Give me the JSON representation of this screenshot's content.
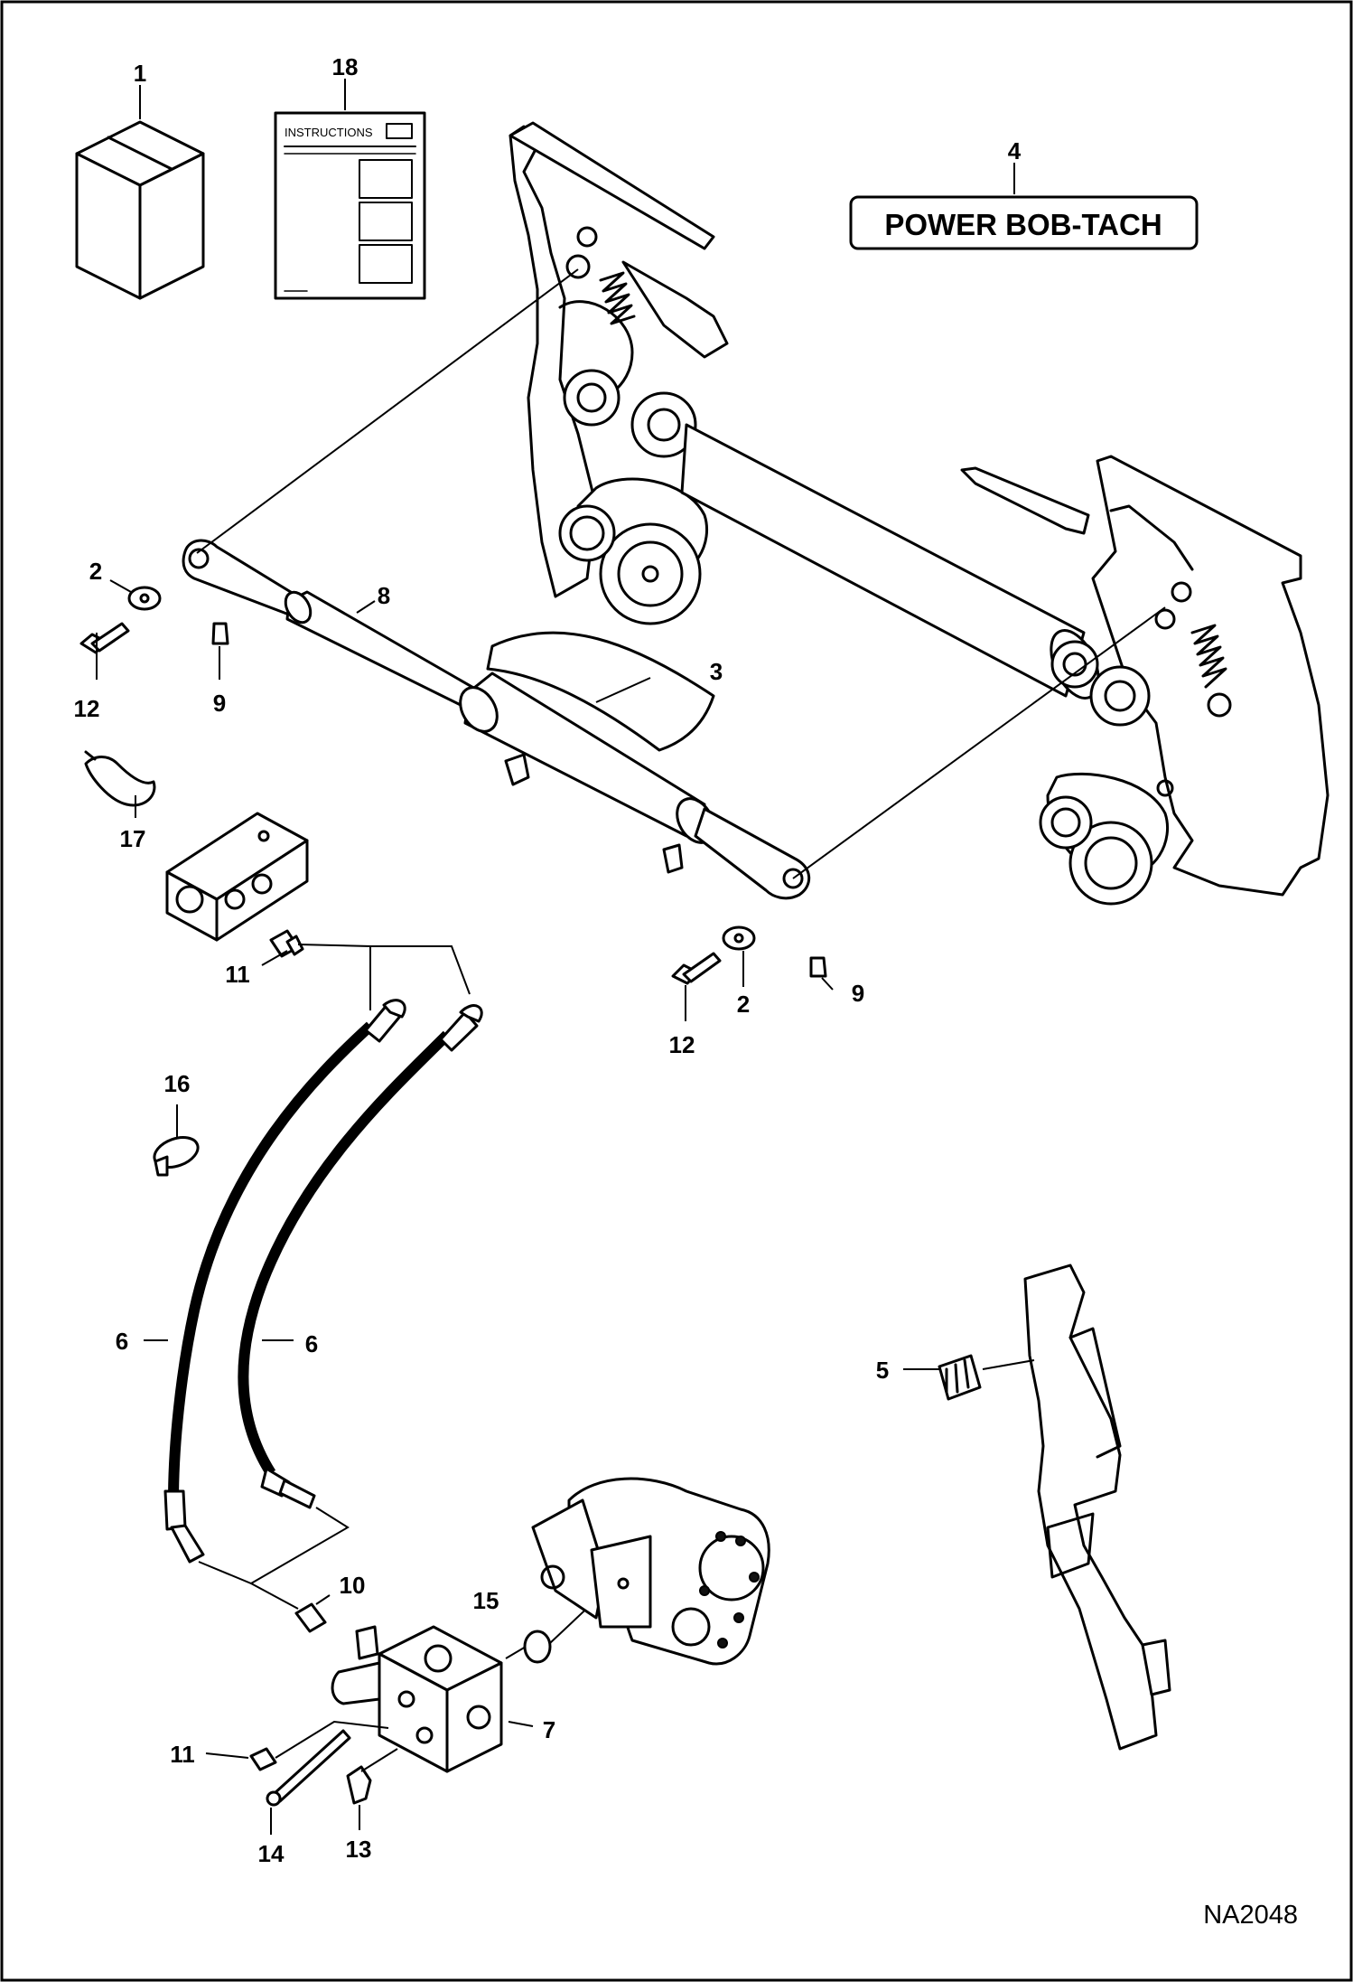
{
  "decal": {
    "text": "POWER BOB-TACH"
  },
  "instructions_sheet": {
    "title": "INSTRUCTIONS"
  },
  "drawing_number": "NA2048",
  "callouts": {
    "c1": "1",
    "c2a": "2",
    "c2b": "2",
    "c3": "3",
    "c4": "4",
    "c5": "5",
    "c6a": "6",
    "c6b": "6",
    "c7": "7",
    "c8": "8",
    "c9a": "9",
    "c9b": "9",
    "c10": "10",
    "c11a": "11",
    "c11b": "11",
    "c12a": "12",
    "c12b": "12",
    "c13": "13",
    "c14": "14",
    "c15": "15",
    "c16": "16",
    "c17": "17",
    "c18": "18"
  }
}
